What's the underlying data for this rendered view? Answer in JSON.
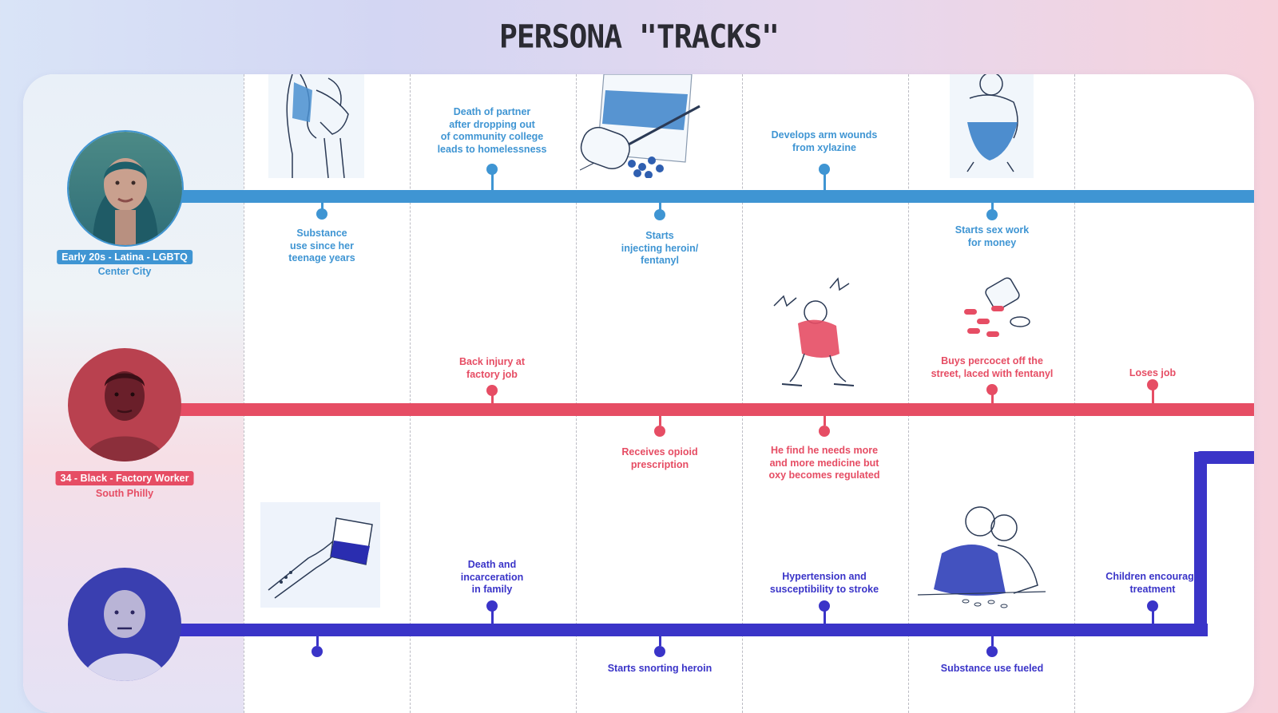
{
  "title": "PERSONA \"TRACKS\"",
  "colors": {
    "blue": "#3f95d3",
    "red": "#e64d64",
    "indigo": "#3a34c8"
  },
  "personas": [
    {
      "tag": "Early 20s - Latina - LGBTQ",
      "location": "Center City",
      "events": [
        {
          "text": "Substance\nuse since her\nteenage years",
          "side": "below"
        },
        {
          "text": "Death of partner\nafter dropping out\nof community college\nleads to homelessness",
          "side": "above"
        },
        {
          "text": "Starts\ninjecting heroin/\nfentanyl",
          "side": "below"
        },
        {
          "text": "Develops arm wounds\nfrom xylazine",
          "side": "above"
        },
        {
          "text": "Starts sex work\nfor money",
          "side": "below"
        }
      ]
    },
    {
      "tag": "34 - Black - Factory Worker",
      "location": "South Philly",
      "events": [
        {
          "text": "Back injury at\nfactory job",
          "side": "above"
        },
        {
          "text": "Receives opioid\nprescription",
          "side": "below"
        },
        {
          "text": "He find he needs more\nand more medicine but\noxy becomes regulated",
          "side": "below"
        },
        {
          "text": "Buys percocet off the\nstreet, laced with fentanyl",
          "side": "above"
        },
        {
          "text": "Loses job",
          "side": "above"
        }
      ]
    },
    {
      "events": [
        {
          "text": "",
          "side": "below"
        },
        {
          "text": "Death and\nincarceration\nin family",
          "side": "above"
        },
        {
          "text": "Starts snorting heroin",
          "side": "below"
        },
        {
          "text": "Hypertension and\nsusceptibility to stroke",
          "side": "above"
        },
        {
          "text": "Substance use fueled",
          "side": "below"
        },
        {
          "text": "Children encourage\ntreatment",
          "side": "above"
        }
      ]
    }
  ],
  "icons": [
    "hug-illustration",
    "drug-bag-syringe-illustration",
    "crouching-person-illustration",
    "distressed-person-illustration",
    "pill-bottle-illustration",
    "hand-with-bag-illustration",
    "people-with-pills-illustration"
  ]
}
